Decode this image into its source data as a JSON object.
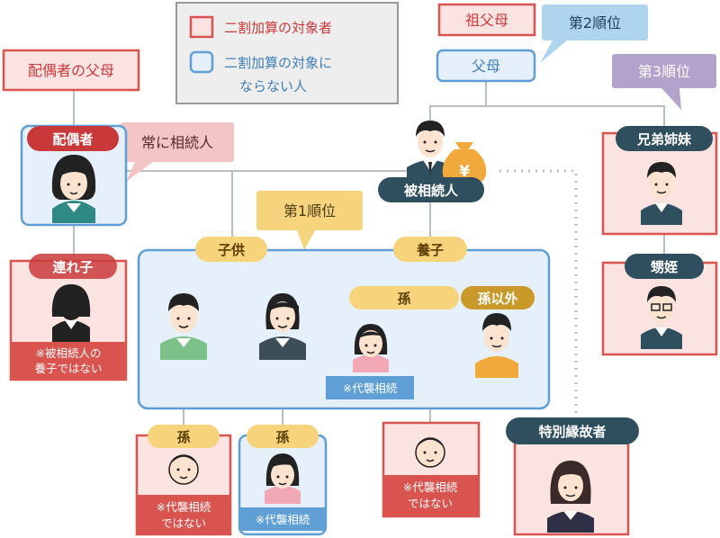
{
  "legend": {
    "red_label": "二割加算の対象者",
    "blue_label_line1": "二割加算の対象に",
    "blue_label_line2": "ならない人"
  },
  "callouts": {
    "rank2": "第2順位",
    "rank3": "第3順位",
    "rank1": "第1順位",
    "always_heir": "常に相続人"
  },
  "people": {
    "grandparents": "祖父母",
    "parents": "父母",
    "spouse_parents": "配偶者の父母",
    "spouse": "配偶者",
    "deceased": "被相続人",
    "siblings": "兄弟姉妹",
    "nephews": "甥姪",
    "stepchild": "連れ子",
    "stepchild_note1": "※被相続人の",
    "stepchild_note2": "養子ではない",
    "children": "子供",
    "adopted": "養子",
    "grandchild_in_box": "孫",
    "grandchild_other": "孫以外",
    "daishu": "※代襲相続",
    "grandchild_left": "孫",
    "grandchild_mid": "孫",
    "not_daishu1": "※代襲相続",
    "not_daishu2": "ではない",
    "special": "特別縁故者"
  },
  "icons": {
    "money_bag_symbol": "¥"
  },
  "colors": {
    "red_border": "#d9534f",
    "red_fill": "#fbe3e1",
    "red_label": "#c9393a",
    "blue_border": "#5f9fd6",
    "blue_fill": "#e5f0fb",
    "dark_label": "#2f4f5e",
    "yellow_label": "#f7d37c",
    "gold_label": "#c99a2a",
    "purple_callout": "#b3a3cc",
    "blue_callout": "#aed4ee",
    "pink_callout": "#f3c5c5",
    "yellow_callout": "#f6d47e",
    "line": "#b8c0c6",
    "money_bag": "#f2a93b"
  }
}
